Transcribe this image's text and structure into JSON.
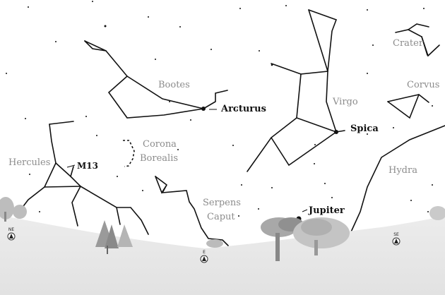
{
  "constellations": {
    "bootes": "Bootes",
    "virgo": "Virgo",
    "crater": "Crater",
    "corvus": "Corvus",
    "hercules": "Hercules",
    "corona_1": "Corona",
    "corona_2": "Borealis",
    "serpens_1": "Serpens",
    "serpens_2": "Caput",
    "hydra": "Hydra"
  },
  "objects": {
    "arcturus": "Arcturus",
    "spica": "Spica",
    "m13": "M13",
    "jupiter": "Jupiter"
  },
  "directions": {
    "ne": "NE",
    "e": "E",
    "se": "SE"
  }
}
